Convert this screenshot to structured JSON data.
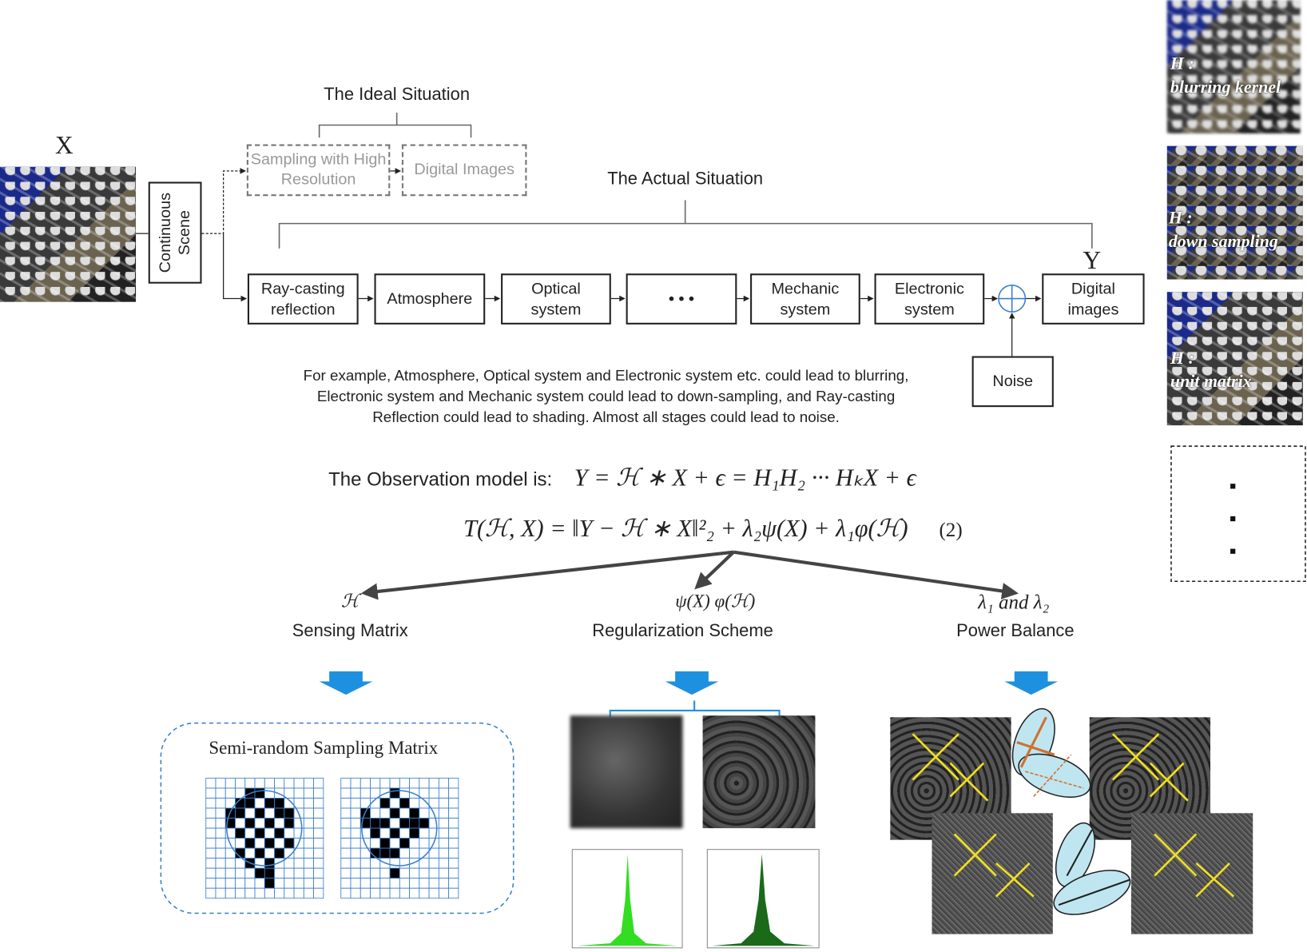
{
  "input_label": "X",
  "continuous_scene": "Continuous Scene",
  "ideal": {
    "title": "The Ideal Situation",
    "sampling": "Sampling with High Resolution",
    "digital": "Digital Images"
  },
  "actual": {
    "title": "The Actual Situation",
    "output_label": "Y",
    "stages": [
      "Ray-casting reflection",
      "Atmosphere",
      "Optical system",
      "• • •",
      "Mechanic system",
      "Electronic system"
    ],
    "output": "Digital images",
    "noise": "Noise"
  },
  "caption": [
    "For example, Atmosphere, Optical system and Electronic system etc. could lead to blurring,",
    "Electronic system and Mechanic system could lead to down-sampling, and Ray-casting",
    "Reflection could lead to shading. Almost all stages could lead to noise."
  ],
  "model": {
    "prefix": "The Observation model is:",
    "equation": "Y = ℋ ∗ X + ϵ = H₁H₂ ··· HₖX + ϵ",
    "objective": "T(ℋ, X) = ‖Y − ℋ ∗ X‖²₂ + λ₂ψ(X) + λ₁φ(ℋ)",
    "eq_number": "(2)"
  },
  "thumbnails": [
    {
      "h": "H :",
      "desc": "blurring kernel"
    },
    {
      "h": "H :",
      "desc": "down sampling"
    },
    {
      "h": "H :",
      "desc": "unit matrix"
    }
  ],
  "branches": [
    {
      "symbol": "ℋ",
      "name": "Sensing Matrix"
    },
    {
      "symbol": "ψ(X) φ(ℋ)",
      "name": "Regularization Scheme"
    },
    {
      "symbol": "λ₁ and λ₂",
      "name": "Power Balance"
    }
  ],
  "sampling_matrix_title": "Semi-random Sampling Matrix",
  "colors": {
    "arrow_blue": "#1e90e0",
    "hist_light": "#33dd22",
    "hist_dark": "#1a6a1a",
    "axis_yellow": "#f0e020",
    "ellipse_fill": "#bfe6f0"
  }
}
